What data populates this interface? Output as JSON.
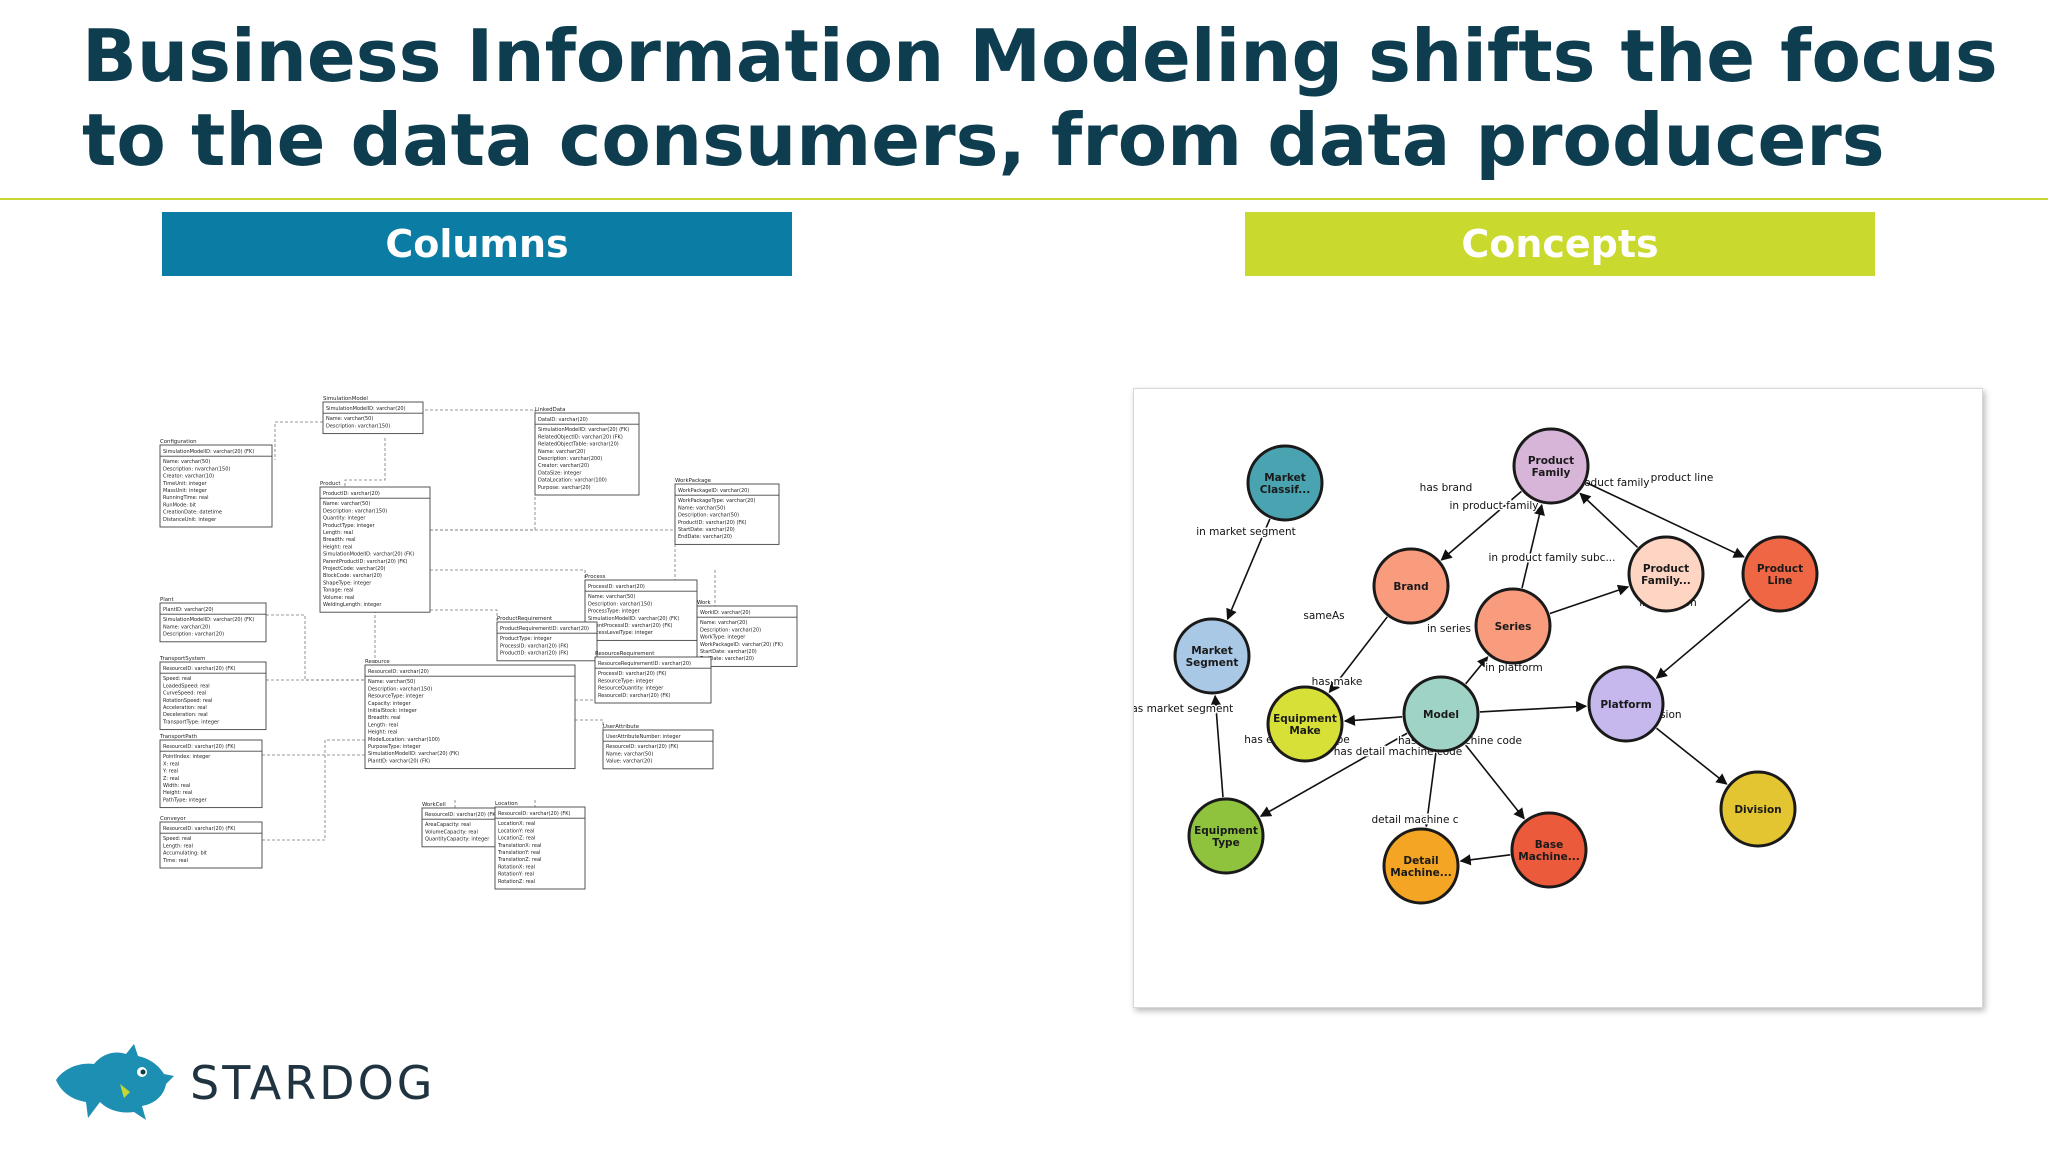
{
  "slide": {
    "title": "Business Information Modeling shifts the focus to the data consumers, from data producers",
    "columns_header": "Columns",
    "concepts_header": "Concepts",
    "brand": "STARDOG"
  },
  "colors": {
    "title": "#0d3d4f",
    "columns_header_bg": "#0b7ca3",
    "concepts_header_bg": "#cad92d",
    "rule": "#c8d630"
  },
  "erd": {
    "tables": [
      {
        "name": "SimulationModel",
        "pk": "SimulationModelID: varchar(20)",
        "fields": [
          "Name: varchar(50)",
          "Description: varchar(150)"
        ]
      },
      {
        "name": "LinkedData",
        "pk": "DataID: varchar(20)",
        "fields": [
          "SimulationModelID: varchar(20) (FK)",
          "RelatedObjectID: varchar(20) (FK)",
          "RelatedObjectTable: varchar(20)",
          "Name: varchar(20)",
          "Description: varchar(200)",
          "Creator: varchar(20)",
          "DataSize: integer",
          "DataLocation: varchar(100)",
          "Purpose: varchar(20)"
        ]
      },
      {
        "name": "Configuration",
        "pk": "SimulationModelID: varchar(20) (FK)",
        "fields": [
          "Name: varchar(50)",
          "Description: nvarchar(150)",
          "Creator: varchar(10)",
          "TimeUnit: integer",
          "MassUnit: integer",
          "RunningTime: real",
          "RunMode: bit",
          "CreationDate: datetime",
          "DistanceUnit: integer"
        ]
      },
      {
        "name": "Product",
        "pk": "ProductID: varchar(20)",
        "fields": [
          "Name: varchar(50)",
          "Description: varchar(150)",
          "Quantity: integer",
          "ProductType: integer",
          "Length: real",
          "Breadth: real",
          "Height: real",
          "SimulationModelID: varchar(20) (FK)",
          "ParentProductID: varchar(20) (FK)",
          "ProjectCode: varchar(20)",
          "BlockCode: varchar(20)",
          "ShapeType: integer",
          "Tonage: real",
          "Volume: real",
          "WeldingLength: integer"
        ]
      },
      {
        "name": "WorkPackage",
        "pk": "WorkPackageID: varchar(20)",
        "fields": [
          "WorkPackageType: varchar(20)",
          "Name: varchar(50)",
          "Description: varchar(50)",
          "ProductID: varchar(20) (FK)",
          "StartDate: varchar(20)",
          "EndDate: varchar(20)"
        ]
      },
      {
        "name": "Process",
        "pk": "ProcessID: varchar(20)",
        "fields": [
          "Name: varchar(50)",
          "Description: varchar(150)",
          "ProcessType: integer",
          "SimulationModelID: varchar(20) (FK)",
          "ParentProcessID: varchar(20) (FK)",
          "ProcessLevelType: integer"
        ]
      },
      {
        "name": "Work",
        "pk": "WorkID: varchar(20)",
        "fields": [
          "Name: varchar(20)",
          "Description: varchar(20)",
          "WorkType: integer",
          "WorkPackageID: varchar(20) (FK)",
          "StartDate: varchar(20)",
          "EndDate: varchar(20)"
        ]
      },
      {
        "name": "Plant",
        "pk": "PlantID: varchar(20)",
        "fields": [
          "SimulationModelID: varchar(20) (FK)",
          "Name: varchar(20)",
          "Description: varchar(20)"
        ]
      },
      {
        "name": "ProductRequirement",
        "pk": "ProductRequirementID: varchar(20)",
        "fields": [
          "ProductType: integer",
          "ProcessID: varchar(20) (FK)",
          "ProductID: varchar(20) (FK)"
        ]
      },
      {
        "name": "ResourceRequirement",
        "pk": "ResourceRequirementID: varchar(20)",
        "fields": [
          "ProcessID: varchar(20) (FK)",
          "ResourceType: integer",
          "ResourceQuantity: integer",
          "ResourceID: varchar(20) (FK)"
        ]
      },
      {
        "name": "TransportSystem",
        "pk": "ResourceID: varchar(20) (FK)",
        "fields": [
          "Speed: real",
          "LoadedSpeed: real",
          "CurveSpeed: real",
          "RotationSpeed: real",
          "Acceleration: real",
          "Deceleration: real",
          "TransportType: integer"
        ]
      },
      {
        "name": "Resource",
        "pk": "ResourceID: varchar(20)",
        "fields": [
          "Name: varchar(50)",
          "Description: varchar(150)",
          "ResourceType: integer",
          "Capacity: integer",
          "InitialStock: integer",
          "Breadth: real",
          "Length: real",
          "Height: real",
          "ModelLocation: varchar(100)",
          "PurposeType: integer",
          "SimulationModelID: varchar(20) (FK)",
          "PlantID: varchar(20) (FK)"
        ]
      },
      {
        "name": "UserAttribute",
        "pk": "UserAttributeNumber: integer",
        "fields": [
          "ResourceID: varchar(20) (FK)",
          "Name: varchar(50)",
          "Value: varchar(20)"
        ]
      },
      {
        "name": "TransportPath",
        "pk": "ResourceID: varchar(20) (FK)",
        "fields": [
          "PointIndex: integer",
          "X: real",
          "Y: real",
          "Z: real",
          "Width: real",
          "Height: real",
          "PathType: integer"
        ]
      },
      {
        "name": "WorkCell",
        "pk": "ResourceID: varchar(20) (FK)",
        "fields": [
          "AreaCapacity: real",
          "VolumeCapacity: real",
          "QuantityCapacity: integer"
        ]
      },
      {
        "name": "Location",
        "pk": "ResourceID: varchar(20) (FK)",
        "fields": [
          "LocationX: real",
          "LocationY: real",
          "LocationZ: real",
          "TranslationX: real",
          "TranslationY: real",
          "TranslationZ: real",
          "RotationX: real",
          "RotationY: real",
          "RotationZ: real"
        ]
      },
      {
        "name": "Conveyor",
        "pk": "ResourceID: varchar(20) (FK)",
        "fields": [
          "Speed: real",
          "Length: real",
          "Accumulating: bit",
          "Time: real"
        ]
      }
    ]
  },
  "graph": {
    "nodes": [
      {
        "id": "market_classif",
        "label": [
          "Market",
          "Classif..."
        ],
        "color": "#4aa3b0"
      },
      {
        "id": "product_family",
        "label": [
          "Product",
          "Family"
        ],
        "color": "#d7b5d9"
      },
      {
        "id": "brand",
        "label": [
          "Brand"
        ],
        "color": "#f99c7e"
      },
      {
        "id": "series",
        "label": [
          "Series"
        ],
        "color": "#f99c7e"
      },
      {
        "id": "product_family_sub",
        "label": [
          "Product",
          "Family..."
        ],
        "color": "#fdd5c2"
      },
      {
        "id": "product_line",
        "label": [
          "Product",
          "Line"
        ],
        "color": "#ee6643"
      },
      {
        "id": "market_segment",
        "label": [
          "Market",
          "Segment"
        ],
        "color": "#a9c8e6"
      },
      {
        "id": "equipment_make",
        "label": [
          "Equipment",
          "Make"
        ],
        "color": "#d7e037"
      },
      {
        "id": "model",
        "label": [
          "Model"
        ],
        "color": "#9fd3c6"
      },
      {
        "id": "platform",
        "label": [
          "Platform"
        ],
        "color": "#c6b7ec"
      },
      {
        "id": "division",
        "label": [
          "Division"
        ],
        "color": "#e3c431"
      },
      {
        "id": "equipment_type",
        "label": [
          "Equipment",
          "Type"
        ],
        "color": "#8fc23d"
      },
      {
        "id": "detail_machine",
        "label": [
          "Detail",
          "Machine..."
        ],
        "color": "#f4a523"
      },
      {
        "id": "base_machine",
        "label": [
          "Base",
          "Machine..."
        ],
        "color": "#ec5a3c"
      }
    ],
    "edges": [
      {
        "label": "in market segment"
      },
      {
        "label": "has brand"
      },
      {
        "label": "in product family"
      },
      {
        "label": "in product family"
      },
      {
        "label": "product line"
      },
      {
        "label": "in product family subc..."
      },
      {
        "label": "sameAs"
      },
      {
        "label": "in series"
      },
      {
        "label": "in platform"
      },
      {
        "label": "in platform"
      },
      {
        "label": "has make"
      },
      {
        "label": "in division"
      },
      {
        "label": "has market segment"
      },
      {
        "label": "has equipment type"
      },
      {
        "label": "has detail machine code"
      },
      {
        "label": "has base machine code"
      },
      {
        "label": "detail machine c"
      }
    ]
  }
}
